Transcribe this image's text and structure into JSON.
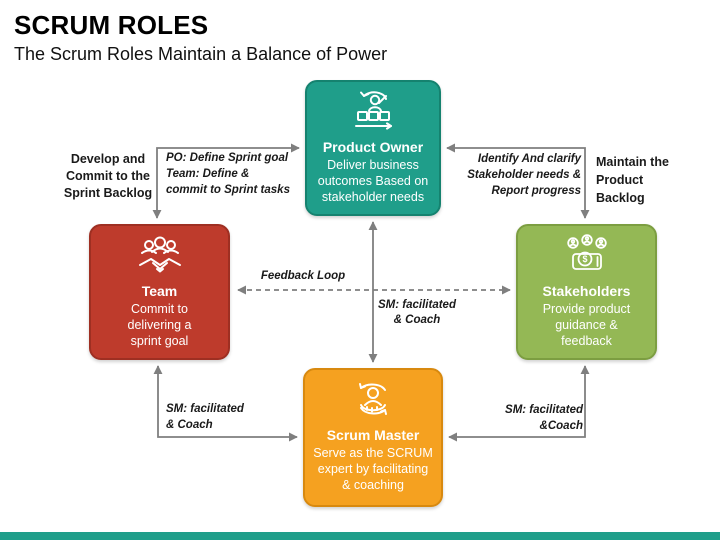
{
  "slide": {
    "title": "SCRUM ROLES",
    "subtitle": "The Scrum Roles Maintain a Balance of Power"
  },
  "colors": {
    "product_owner": "#1F9E8A",
    "team": "#BE3B2C",
    "stakeholders": "#94B855",
    "scrum_master": "#F5A120",
    "arrow": "#7F7F7F",
    "footer_bar": "#1F9E8A"
  },
  "roles": {
    "product_owner": {
      "icon": "product-owner-icon",
      "title": "Product Owner",
      "description": "Deliver business\noutcomes Based on\nstakeholder needs"
    },
    "team": {
      "icon": "team-icon",
      "title": "Team",
      "description": "Commit to\ndelivering a\nsprint goal"
    },
    "stakeholders": {
      "icon": "stakeholders-icon",
      "title": "Stakeholders",
      "description": "Provide product\nguidance &\nfeedback"
    },
    "scrum_master": {
      "icon": "scrum-master-icon",
      "title": "Scrum Master",
      "description": "Serve as the SCRUM\nexpert by facilitating\n& coaching"
    }
  },
  "labels": {
    "develop_commit": "Develop and\nCommit to the\nSprint Backlog",
    "po_define": "PO: Define Sprint goal\nTeam: Define &\ncommit to Sprint tasks",
    "identify_clarify": "Identify And clarify\nStakeholder needs &\nReport progress",
    "maintain_backlog": "Maintain the\nProduct\nBacklog",
    "feedback_loop": "Feedback Loop",
    "sm_center": "SM: facilitated\n& Coach",
    "sm_bottom_left": "SM: facilitated\n& Coach",
    "sm_bottom_right": "SM: facilitated\n&Coach"
  }
}
